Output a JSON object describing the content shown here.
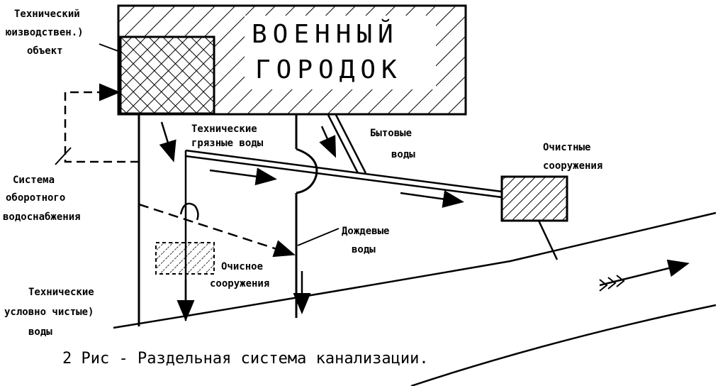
{
  "town": {
    "line1": "ВОЕННЫЙ",
    "line2": "ГОРОДОК"
  },
  "labels": {
    "industrial_object": [
      "Технический",
      "юизводствен.)",
      "объект"
    ],
    "dirty_water": [
      "Технические",
      "грязные воды"
    ],
    "household_water": [
      "Бытовые",
      "воды"
    ],
    "treatment_plant": [
      "Очистные",
      "сооружения"
    ],
    "recycling_system": [
      "Система",
      "оборотного",
      "водоснабжения"
    ],
    "rain_water": [
      "Дождевые",
      "воды"
    ],
    "local_treatment": [
      "Очисное",
      "сооружения"
    ],
    "clean_water": [
      "Технические",
      "условно чистые)",
      "воды"
    ]
  },
  "caption": "2 Рис - Раздельная системa канализации."
}
